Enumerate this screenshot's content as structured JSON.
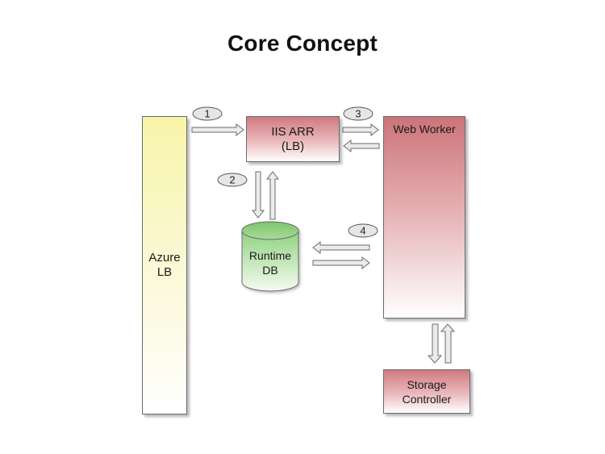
{
  "title": "Core Concept",
  "nodes": {
    "azure_lb": {
      "line1": "Azure",
      "line2": "LB"
    },
    "iis_arr": {
      "line1": "IIS ARR",
      "line2": "(LB)"
    },
    "runtime_db": {
      "line1": "Runtime",
      "line2": "DB"
    },
    "web_worker": {
      "label": "Web Worker"
    },
    "storage_controller": {
      "line1": "Storage",
      "line2": "Controller"
    }
  },
  "steps": [
    "1",
    "2",
    "3",
    "4"
  ],
  "colors": {
    "azure_fill": "#f8f4a9",
    "worker_fill": "#cc7479",
    "db_fill": "#8fd17f",
    "arrow_fill": "#ebebeb",
    "outline": "#6b6b6b"
  }
}
